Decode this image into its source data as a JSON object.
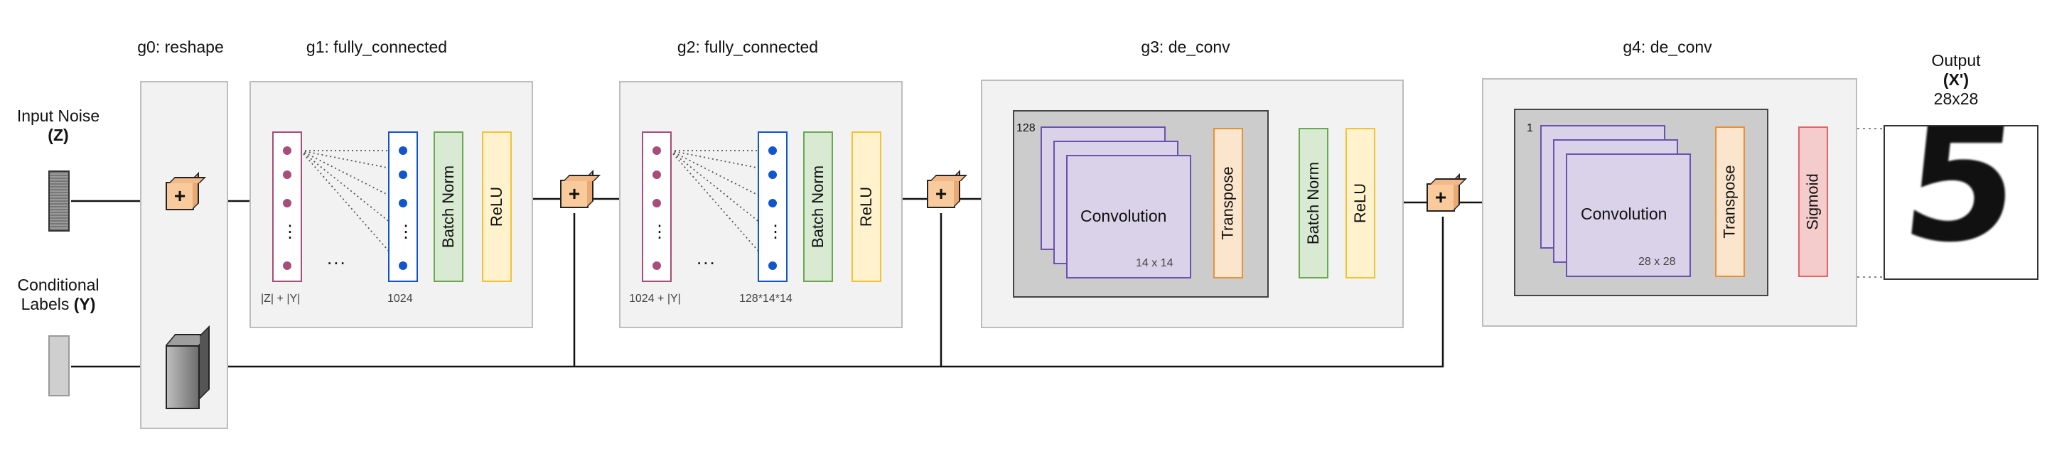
{
  "stages": {
    "g0": {
      "title": "g0: reshape"
    },
    "g1": {
      "title": "g1: fully_connected",
      "in_size": "|Z| + |Y|",
      "out_size": "1024",
      "ellipsis": "...",
      "vdots": "⋮"
    },
    "g2": {
      "title": "g2: fully_connected",
      "in_size": "1024 + |Y|",
      "out_size": "128*14*14",
      "ellipsis": "...",
      "vdots": "⋮"
    },
    "g3": {
      "title": "g3: de_conv",
      "channels": "128",
      "conv_label": "Convolution",
      "size": "14 x 14"
    },
    "g4": {
      "title": "g4: de_conv",
      "channels": "1",
      "conv_label": "Convolution",
      "size": "28 x 28"
    }
  },
  "layers": {
    "batch_norm": "Batch Norm",
    "relu": "ReLU",
    "transpose": "Transpose",
    "sigmoid": "Sigmoid",
    "plus": "+"
  },
  "inputs": {
    "noise": {
      "label": "Input Noise",
      "symbol": "(Z)"
    },
    "labels": {
      "label": "Conditional",
      "label2": "Labels",
      "symbol": "(Y)"
    }
  },
  "output": {
    "label": "Output",
    "symbol": "(X')",
    "size": "28x28",
    "digit": "5"
  },
  "colors": {
    "panel": "#f2f2f2",
    "inner": "#cccccc",
    "plus": "#f9cb9c",
    "batch_norm": "#d9ead3",
    "relu": "#fff2cc",
    "transpose": "#fce5cd",
    "sigmoid": "#f4cccc",
    "conv": "#d9d2e9",
    "fc_in_border": "#a64d79",
    "fc_out_border": "#1155cc"
  }
}
